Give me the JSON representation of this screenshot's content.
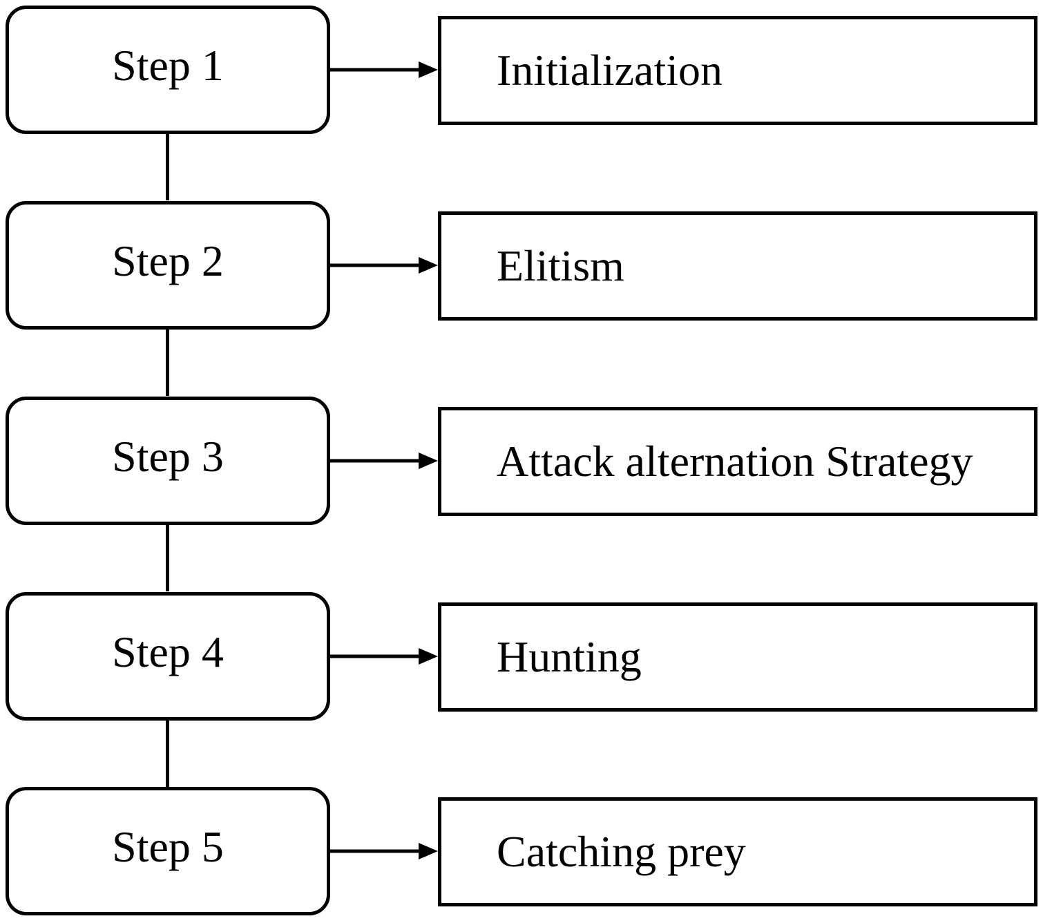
{
  "steps": [
    {
      "label": "Step 1",
      "description": "Initialization"
    },
    {
      "label": "Step 2",
      "description": "Elitism"
    },
    {
      "label": "Step 3",
      "description": "Attack alternation Strategy"
    },
    {
      "label": "Step 4",
      "description": "Hunting"
    },
    {
      "label": "Step 5",
      "description": "Catching prey"
    }
  ]
}
